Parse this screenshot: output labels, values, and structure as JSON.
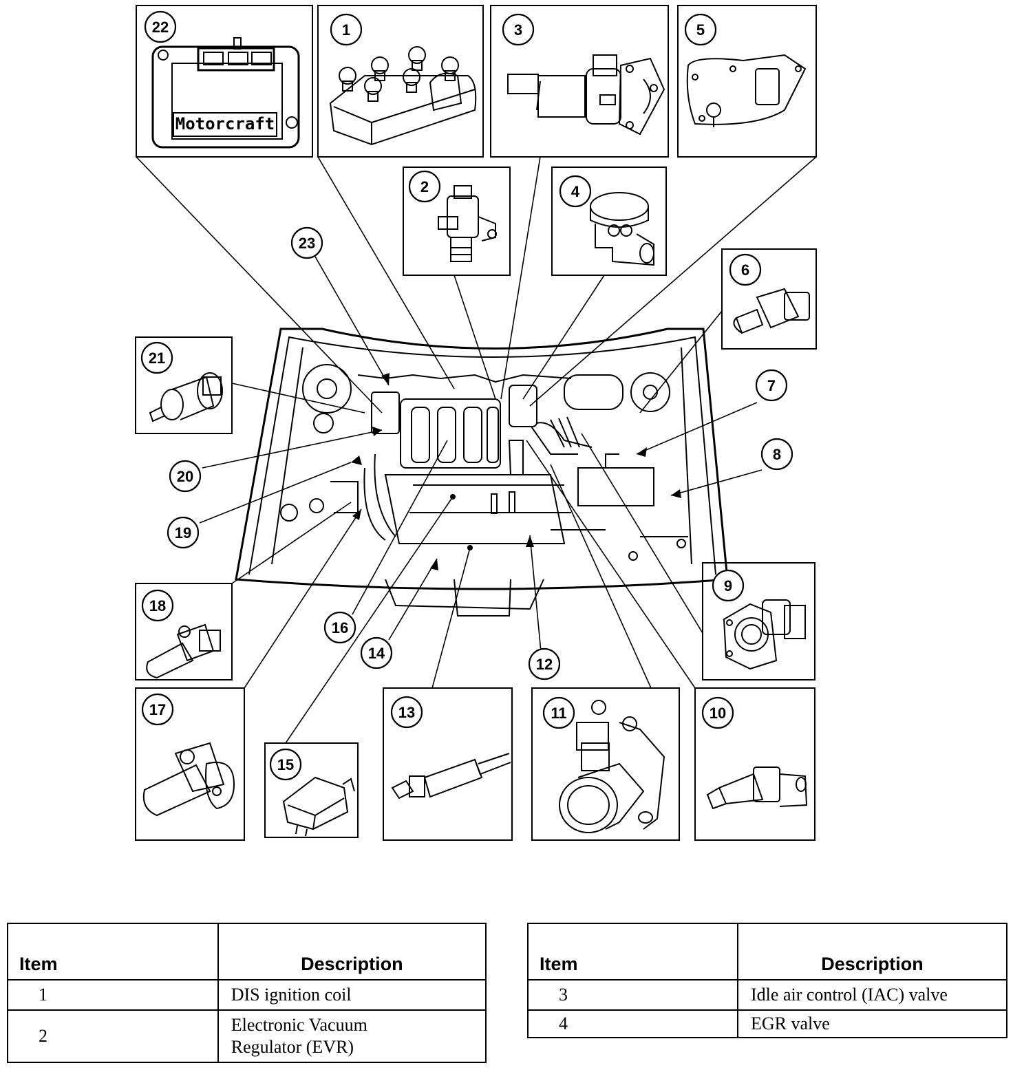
{
  "diagram": {
    "component_labels": [
      "1",
      "2",
      "3",
      "4",
      "5",
      "6",
      "7",
      "8",
      "9",
      "10",
      "11",
      "12",
      "13",
      "14",
      "15",
      "16",
      "17",
      "18",
      "19",
      "20",
      "21",
      "22",
      "23"
    ],
    "module_brand": "Motorcraft"
  },
  "tables": [
    {
      "headers": {
        "item": "Item",
        "description": "Description"
      },
      "rows": [
        {
          "item": "1",
          "description": "DIS ignition coil"
        },
        {
          "item": "2",
          "description": "Electronic Vacuum Regulator (EVR)"
        }
      ]
    },
    {
      "headers": {
        "item": "Item",
        "description": "Description"
      },
      "rows": [
        {
          "item": "3",
          "description": "Idle air control (IAC) valve"
        },
        {
          "item": "4",
          "description": "EGR valve"
        }
      ]
    }
  ]
}
